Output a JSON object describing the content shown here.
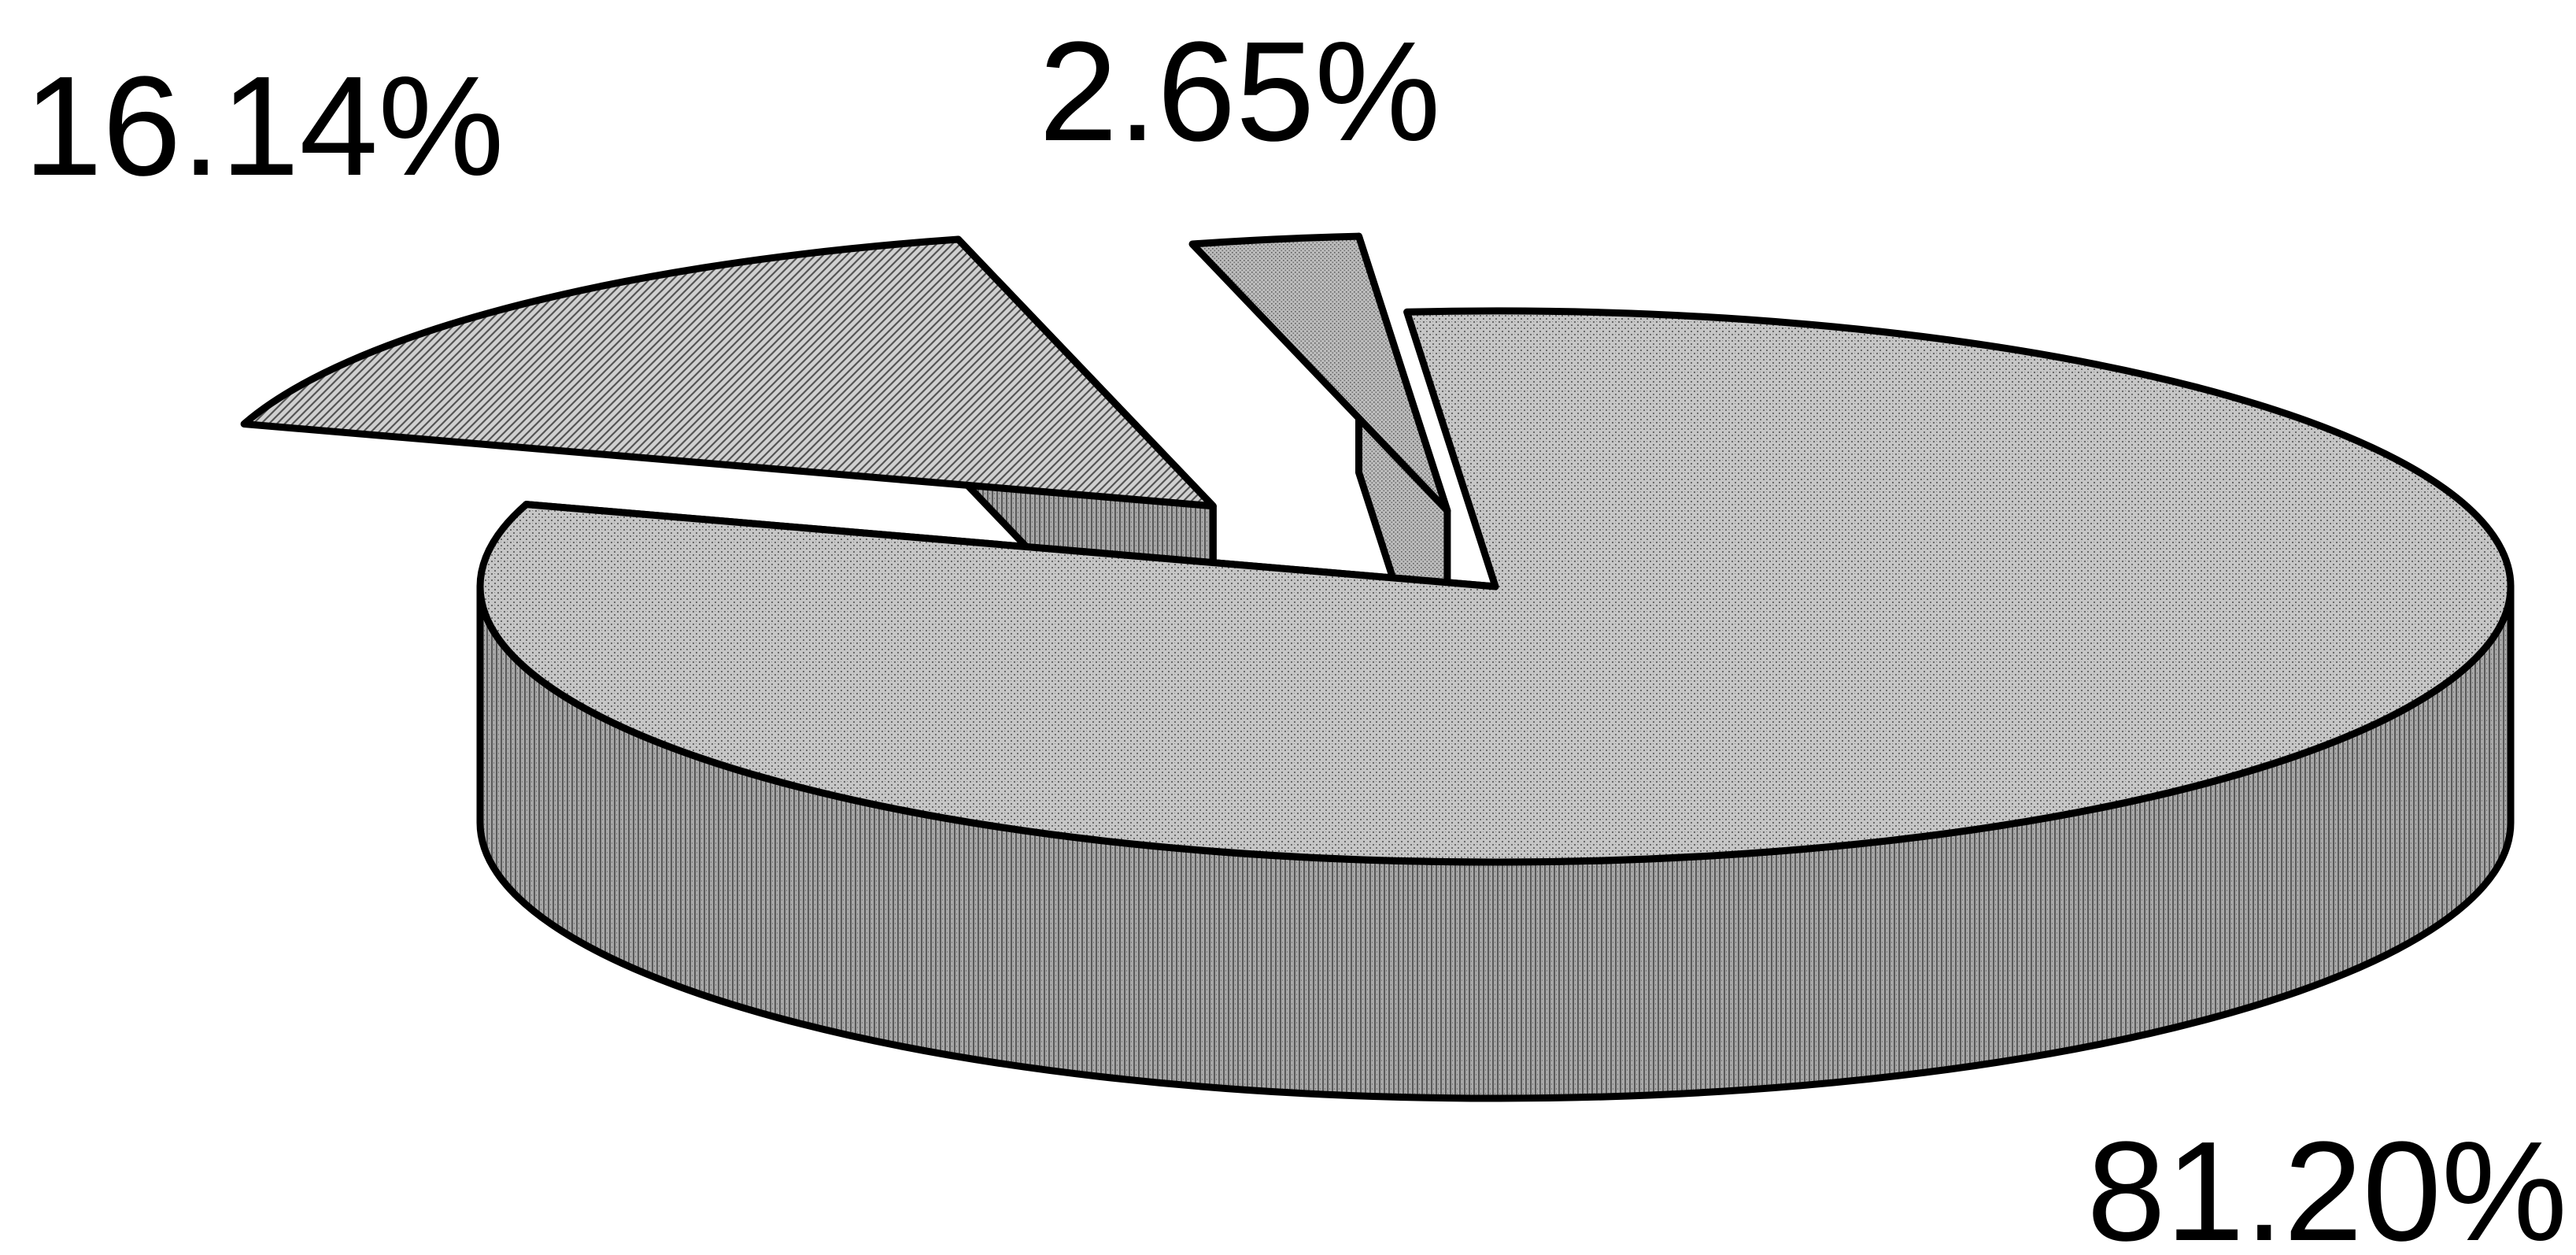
{
  "chart_data": {
    "type": "pie",
    "style": "3d-exploded",
    "legend": "none",
    "grid": false,
    "slices": [
      {
        "value": 81.2,
        "label": "81.20%",
        "pattern": "dense-vertical-stipple",
        "color": "#bdbdbd"
      },
      {
        "value": 16.14,
        "label": "16.14%",
        "pattern": "diagonal-hatch",
        "color": "#c8c8c8"
      },
      {
        "value": 2.65,
        "label": "2.65%",
        "pattern": "fine-stipple",
        "color": "#b4b4b4"
      }
    ]
  }
}
